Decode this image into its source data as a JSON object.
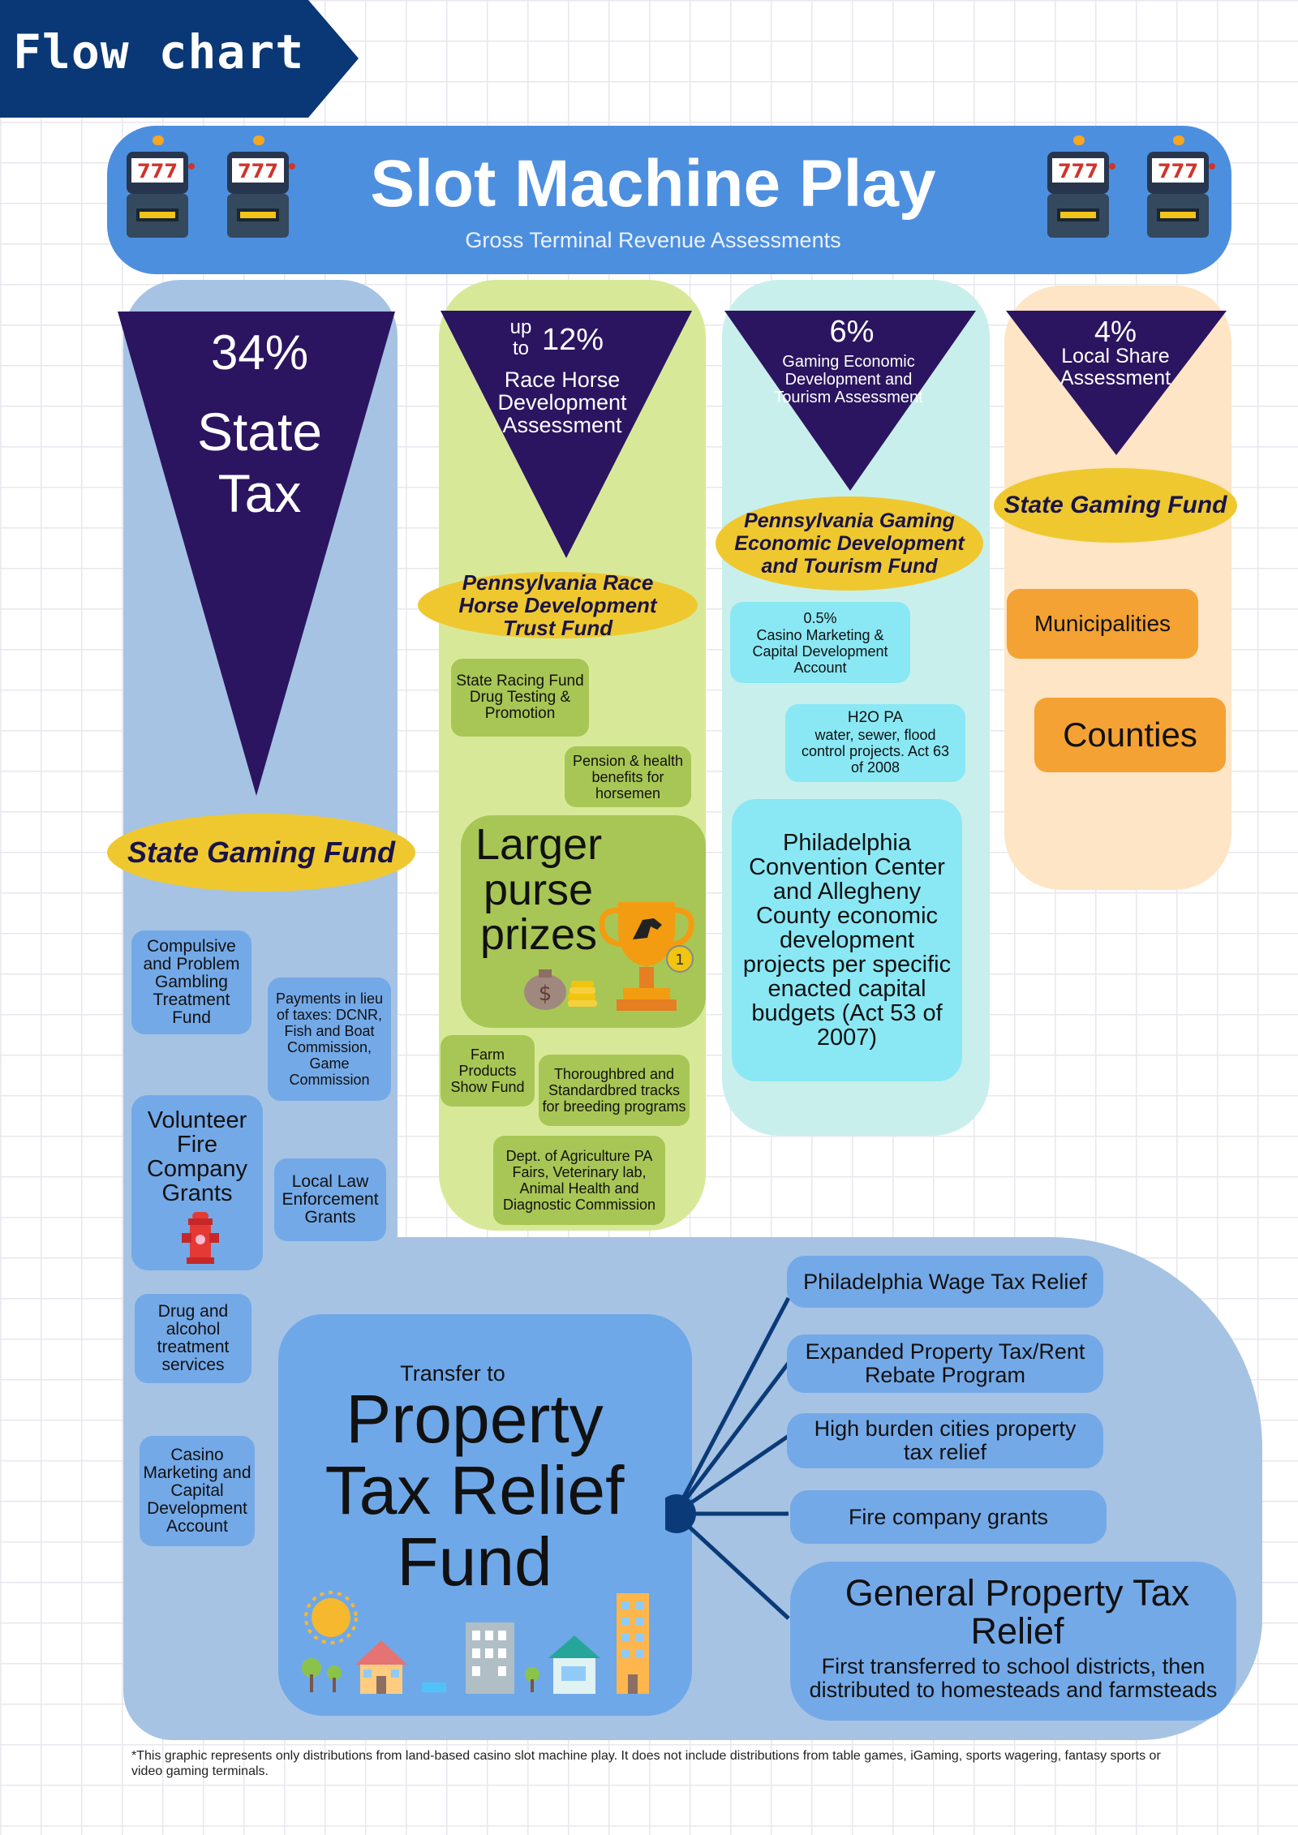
{
  "banner": {
    "label": "Flow chart"
  },
  "header": {
    "title": "Slot Machine Play",
    "subtitle": "Gross Terminal Revenue Assessments",
    "slot_reels": "777"
  },
  "state_column": {
    "percent": "34%",
    "label_line1": "State",
    "label_line2": "Tax",
    "fund": "State Gaming Fund",
    "items": {
      "compulsive": "Compulsive and Problem Gambling Treatment Fund",
      "payments": "Payments in lieu of taxes: DCNR, Fish and Boat Commission, Game Commission",
      "volunteer_fire": "Volunteer Fire Company Grants",
      "local_law": "Local Law Enforcement Grants",
      "drug_alcohol": "Drug and alcohol treatment services",
      "casino_marketing": "Casino Marketing and Capital Development Account"
    }
  },
  "race_column": {
    "prefix_up": "up",
    "prefix_to": "to",
    "percent": "12%",
    "label": "Race Horse Development Assessment",
    "fund": "Pennsylvania Race Horse Development Trust Fund",
    "items": {
      "racing_fund": "State Racing Fund Drug Testing & Promotion",
      "pension": "Pension & health benefits for horsemen",
      "purse_line1": "Larger",
      "purse_line2": "purse",
      "purse_line3": "prizes",
      "trophy_badge": "1",
      "farm_show": "Farm Products Show Fund",
      "breeding": "Thoroughbred and Standardbred tracks for breeding programs",
      "agriculture": "Dept. of Agriculture PA Fairs, Veterinary lab, Animal Health and Diagnostic Commission"
    }
  },
  "gaming_column": {
    "percent": "6%",
    "label": "Gaming Economic Development and Tourism Assessment",
    "fund": "Pennsylvania Gaming Economic Development and Tourism Fund",
    "items": {
      "casino_marketing_pct": "0.5%",
      "casino_marketing": "Casino Marketing & Capital Development Account",
      "h2o_title": "H2O PA",
      "h2o_desc": "water, sewer, flood control projects. Act 63 of 2008",
      "philadelphia": "Philadelphia Convention Center and Allegheny County economic development projects per specific enacted capital budgets (Act 53 of 2007)"
    }
  },
  "local_column": {
    "percent": "4%",
    "label": "Local Share Assessment",
    "fund": "State Gaming Fund",
    "items": {
      "municipalities": "Municipalities",
      "counties": "Counties"
    }
  },
  "property_tax": {
    "transfer": "Transfer to",
    "title_line1": "Property",
    "title_line2": "Tax Relief",
    "title_line3": "Fund",
    "branches": {
      "wage_tax": "Philadelphia Wage Tax Relief",
      "rebate": "Expanded Property Tax/Rent Rebate Program",
      "high_burden": "High burden cities property tax relief",
      "fire_grants": "Fire company grants",
      "general_title": "General Property Tax Relief",
      "general_desc": "First transferred to school districts, then distributed to homesteads and farmsteads"
    }
  },
  "footnote": "*This graphic represents only distributions from land-based casino slot machine play. It does not include distributions from table games, iGaming, sports wagering, fantasy sports or video gaming terminals.",
  "colors": {
    "navy": "#0a3775",
    "header_blue": "#4d8fdf",
    "triangle_purple": "#2b1560",
    "fund_yellow": "#efc830",
    "state_blue": "#a6c3e3",
    "race_green": "#d7e999",
    "gaming_cyan": "#c9efec",
    "local_peach": "#fde5c5",
    "connector": "#0a3a78"
  }
}
